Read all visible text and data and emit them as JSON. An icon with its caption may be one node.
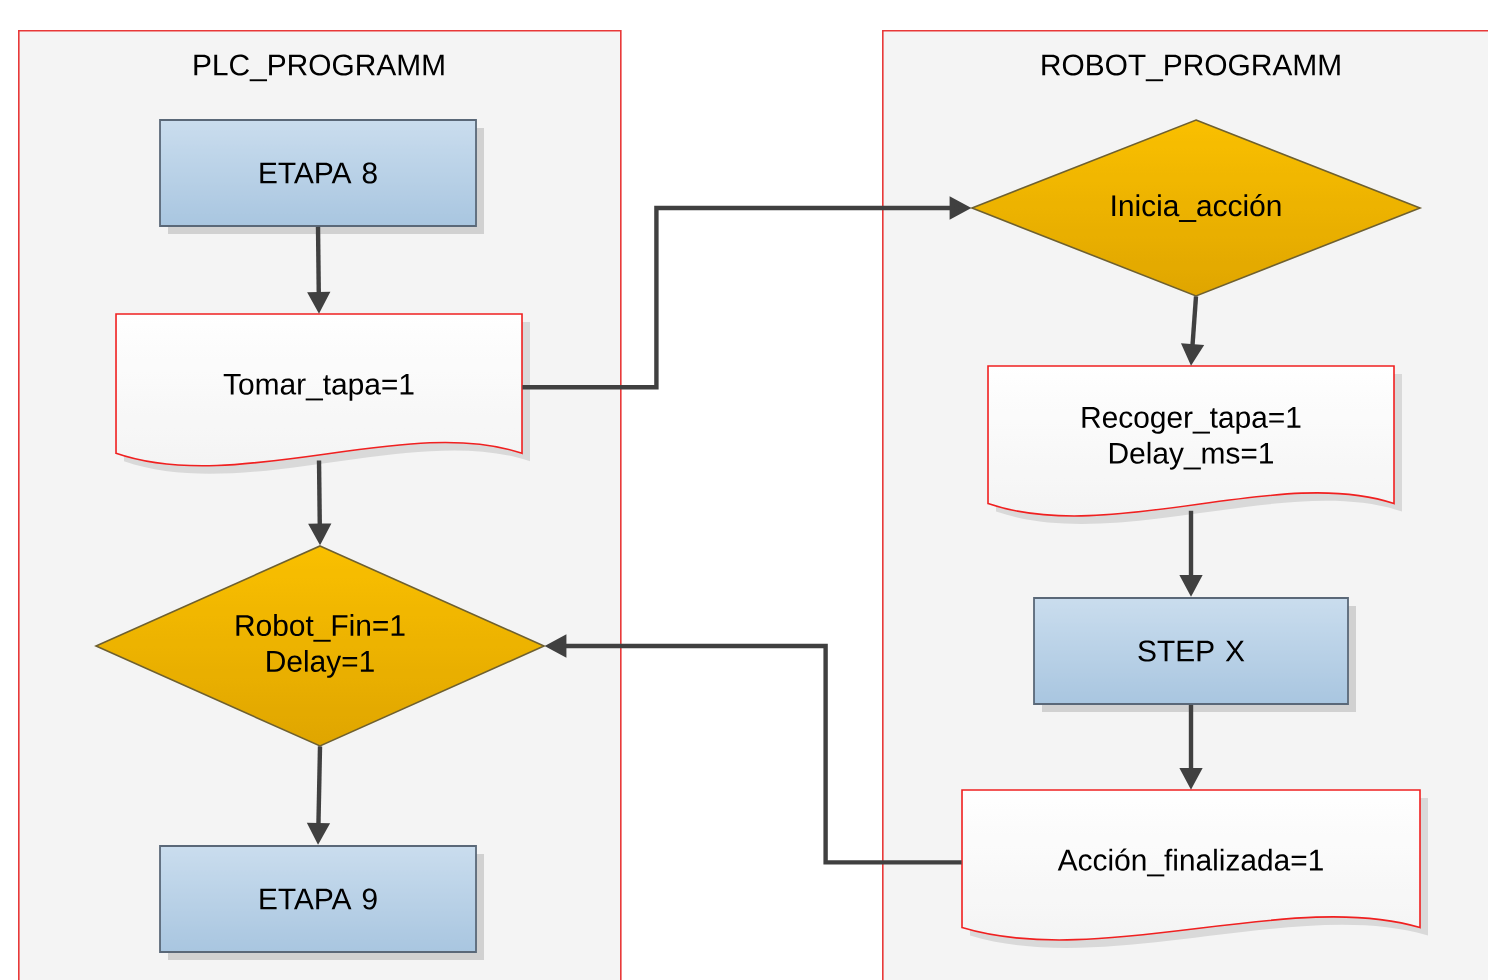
{
  "diagram": {
    "nodes": [
      {
        "text": [
          "PLC_PROGRAMM"
        ]
      },
      {
        "text": [
          "ETAPA 8"
        ],
        "in": 0
      },
      {
        "text": [
          "Tomar_tapa=1"
        ],
        "in": 0
      },
      {
        "text": [
          "Robot_Fin=1 Delay=1"
        ],
        "in": 0
      },
      {
        "text": [
          "ETAPA 9"
        ],
        "in": 0
      },
      {
        "text": [
          "ROBOT_PROGRAMM"
        ]
      },
      {
        "text": [
          "Inicia_acción"
        ],
        "in": 5
      },
      {
        "text": [
          "Recoger_tapa=1 Delay_ms=1"
        ],
        "in": 5
      },
      {
        "text": [
          "STEP X"
        ],
        "in": 5
      },
      {
        "text": [
          "Acción_finalizada=1"
        ],
        "in": 5
      }
    ],
    "edges": [
      {
        "from": 1,
        "to": 2,
        "arrow": "to"
      },
      {
        "from": 2,
        "to": 3,
        "arrow": "to"
      },
      {
        "from": 3,
        "to": 4,
        "arrow": "to"
      },
      {
        "from": 2,
        "to": 6,
        "arrow": "to"
      },
      {
        "from": 6,
        "to": 7,
        "arrow": "to"
      },
      {
        "from": 7,
        "to": 8,
        "arrow": "to"
      },
      {
        "from": 8,
        "to": 9,
        "arrow": "to"
      },
      {
        "from": 9,
        "to": 3,
        "arrow": "to"
      }
    ]
  }
}
